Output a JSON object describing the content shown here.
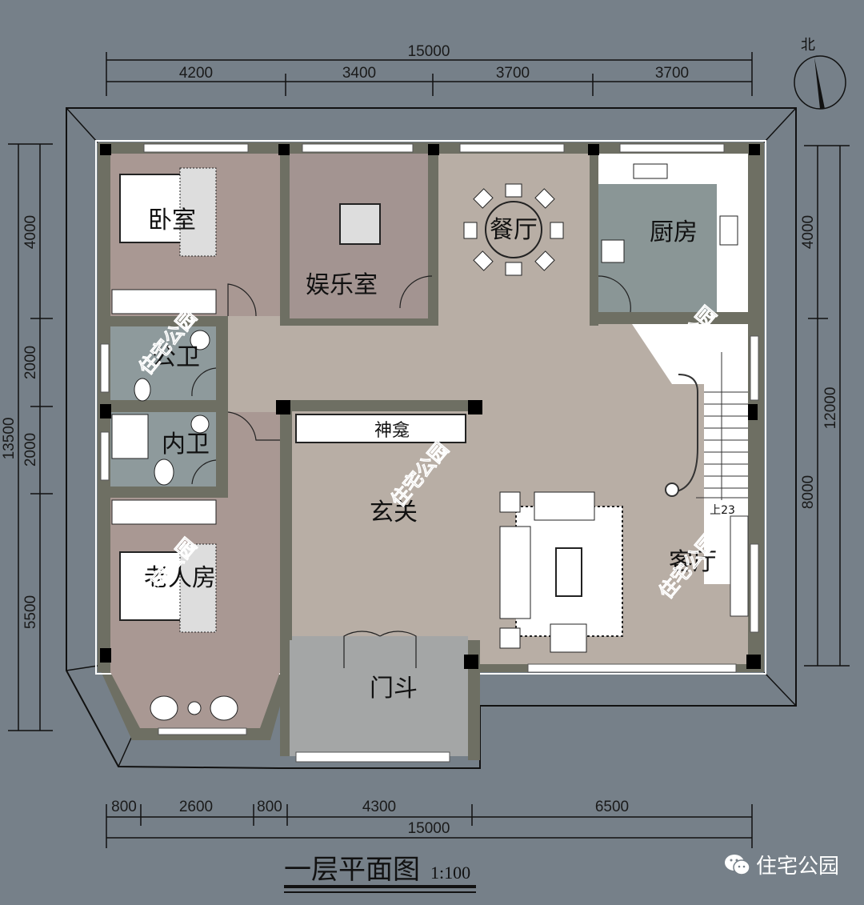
{
  "plan": {
    "title": "一层平面图",
    "scale": "1:100",
    "north_label": "北",
    "brand": "住宅公园",
    "watermark": "住宅公园",
    "stair_label": "上23"
  },
  "rooms": {
    "bedroom": "卧室",
    "entertainment": "娱乐室",
    "dining": "餐厅",
    "kitchen": "厨房",
    "public_bath": "公卫",
    "ensuite_bath": "内卫",
    "shrine": "神龛",
    "foyer": "玄关",
    "elder_room": "老人房",
    "living": "客厅",
    "vestibule": "门斗"
  },
  "dimensions": {
    "top_total": "15000",
    "top": [
      "4200",
      "3400",
      "3700",
      "3700"
    ],
    "bottom": [
      "800",
      "2600",
      "800",
      "4300",
      "6500"
    ],
    "bottom_total": "15000",
    "left": [
      "4000",
      "2000",
      "2000",
      "5500"
    ],
    "left_total": "13500",
    "right": [
      "4000",
      "8000"
    ],
    "right_total": "12000"
  },
  "colors": {
    "background": "#768089",
    "wall": "#6e6f63",
    "hall_floor": "#b8aea5",
    "bedroom_floor": "#a99893",
    "bath_floor": "#8e9a9c",
    "vestibule_floor": "#a4a6a6"
  }
}
